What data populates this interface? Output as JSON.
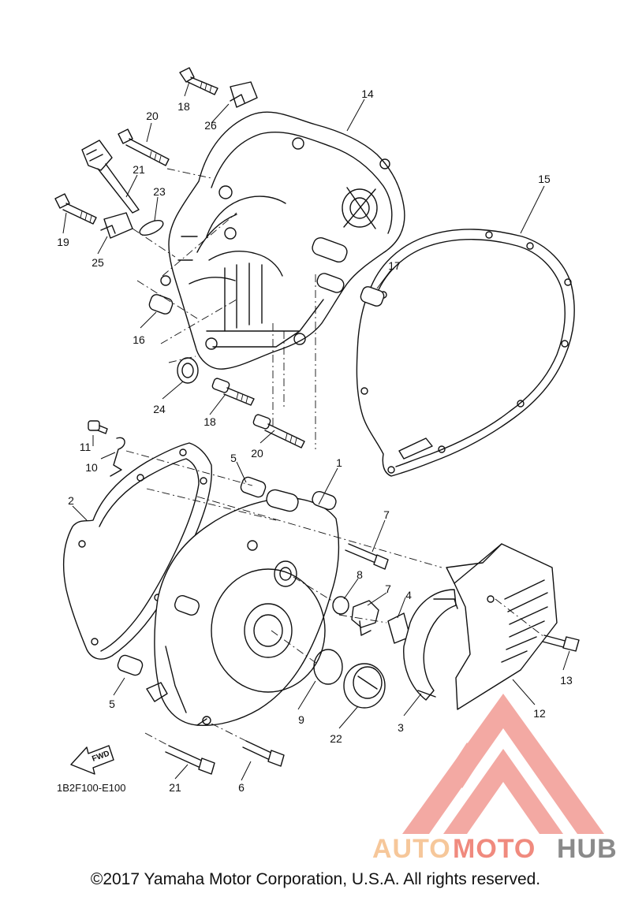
{
  "diagram": {
    "code": "1B2F100-E100",
    "fwd_label": "FWD",
    "callouts": [
      {
        "id": "c1",
        "text": "1"
      },
      {
        "id": "c2",
        "text": "2"
      },
      {
        "id": "c3",
        "text": "3"
      },
      {
        "id": "c4",
        "text": "4"
      },
      {
        "id": "c5a",
        "text": "5"
      },
      {
        "id": "c5b",
        "text": "5"
      },
      {
        "id": "c6",
        "text": "6"
      },
      {
        "id": "c7a",
        "text": "7"
      },
      {
        "id": "c7b",
        "text": "7"
      },
      {
        "id": "c8",
        "text": "8"
      },
      {
        "id": "c9",
        "text": "9"
      },
      {
        "id": "c10",
        "text": "10"
      },
      {
        "id": "c11",
        "text": "11"
      },
      {
        "id": "c12",
        "text": "12"
      },
      {
        "id": "c13",
        "text": "13"
      },
      {
        "id": "c14",
        "text": "14"
      },
      {
        "id": "c15",
        "text": "15"
      },
      {
        "id": "c16",
        "text": "16"
      },
      {
        "id": "c17",
        "text": "17"
      },
      {
        "id": "c18a",
        "text": "18"
      },
      {
        "id": "c18b",
        "text": "18"
      },
      {
        "id": "c19",
        "text": "19"
      },
      {
        "id": "c20a",
        "text": "20"
      },
      {
        "id": "c20b",
        "text": "20"
      },
      {
        "id": "c21a",
        "text": "21"
      },
      {
        "id": "c21b",
        "text": "21"
      },
      {
        "id": "c22",
        "text": "22"
      },
      {
        "id": "c23",
        "text": "23"
      },
      {
        "id": "c24",
        "text": "24"
      },
      {
        "id": "c25",
        "text": "25"
      },
      {
        "id": "c26",
        "text": "26"
      }
    ]
  },
  "watermark": {
    "part1": "AUTO",
    "part2": "MOTO",
    "part3": "HUB",
    "color_part1": "#f6c79a",
    "color_part2": "#f08a7e",
    "color_part3": "#8a8a8a",
    "logo_color": "#f19b93"
  },
  "footer": {
    "copyright": "©2017 Yamaha Motor Corporation, U.S.A. All rights reserved."
  }
}
